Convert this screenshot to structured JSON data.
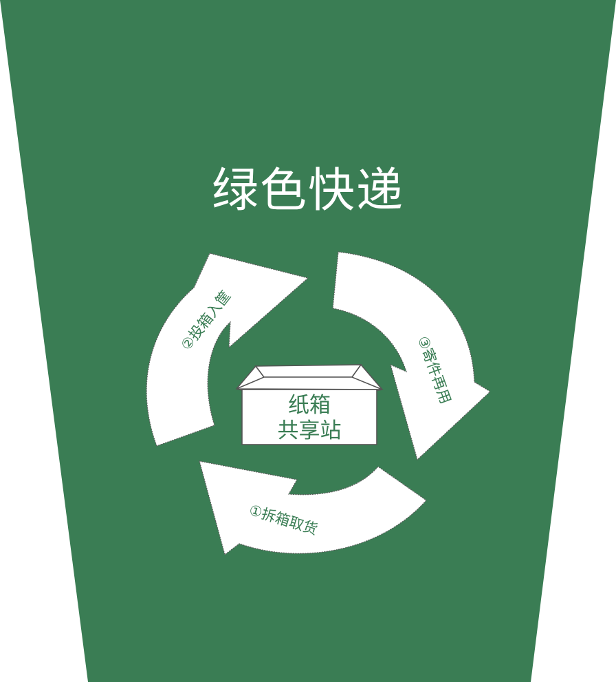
{
  "title": "绿色快递",
  "center_box": {
    "line1": "纸箱",
    "line2": "共享站"
  },
  "steps": [
    {
      "number": "①",
      "label": "拆箱取货"
    },
    {
      "number": "②",
      "label": "投箱入筐"
    },
    {
      "number": "③",
      "label": "寄件再用"
    }
  ],
  "colors": {
    "background_green": "#3a7d54",
    "arrow_fill": "#ffffff",
    "text_green": "#3a7d54"
  }
}
